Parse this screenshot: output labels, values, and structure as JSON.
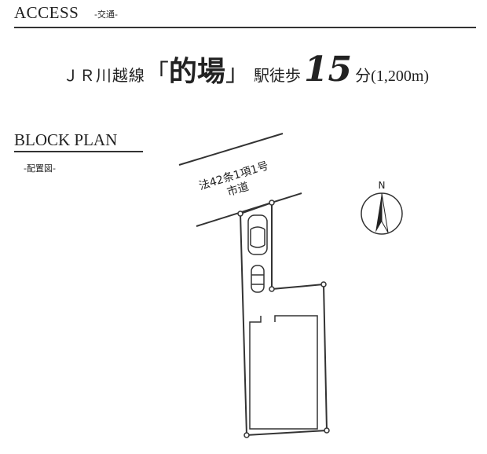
{
  "access": {
    "heading": "ACCESS",
    "sub_label": "-交通-",
    "line_prefix": "ＪＲ川越線",
    "bracket_open": "「",
    "station_name": "的場",
    "bracket_close": "」",
    "walk_label": "駅徒歩",
    "walk_minutes": "15",
    "walk_unit": "分",
    "walk_distance": "(1,200m)"
  },
  "block_plan": {
    "heading": "BLOCK PLAN",
    "sub_label": "-配置図-",
    "road_label_line1": "法42条1項1号",
    "road_label_line2": "市道",
    "compass_label": "N"
  },
  "colors": {
    "ink": "#222222",
    "road_line": "#333333"
  },
  "icons": [
    "car-icon",
    "motorcycle-icon",
    "north-compass-icon"
  ]
}
